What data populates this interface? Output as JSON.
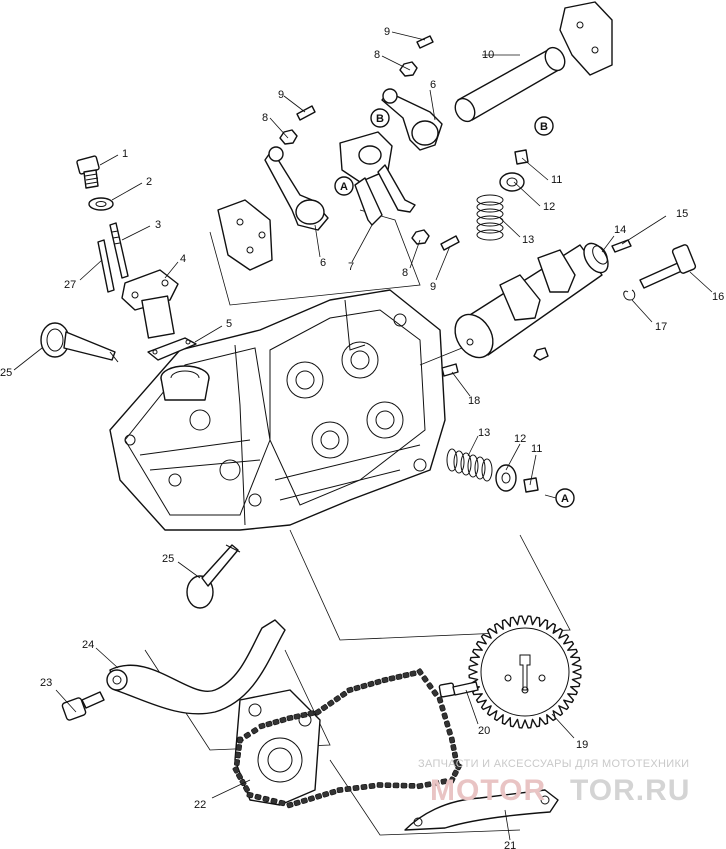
{
  "callouts": [
    {
      "id": "n1",
      "text": "1"
    },
    {
      "id": "n2",
      "text": "2"
    },
    {
      "id": "n3a",
      "text": "3"
    },
    {
      "id": "n4",
      "text": "4"
    },
    {
      "id": "n5",
      "text": "5"
    },
    {
      "id": "n6a",
      "text": "6"
    },
    {
      "id": "n6b",
      "text": "6"
    },
    {
      "id": "n7",
      "text": "7"
    },
    {
      "id": "n8a",
      "text": "8"
    },
    {
      "id": "n8b",
      "text": "8"
    },
    {
      "id": "n8c",
      "text": "8"
    },
    {
      "id": "n9a",
      "text": "9"
    },
    {
      "id": "n9b",
      "text": "9"
    },
    {
      "id": "n9c",
      "text": "9"
    },
    {
      "id": "n10",
      "text": "10"
    },
    {
      "id": "n11a",
      "text": "11"
    },
    {
      "id": "n11b",
      "text": "11"
    },
    {
      "id": "n12a",
      "text": "12"
    },
    {
      "id": "n12b",
      "text": "12"
    },
    {
      "id": "n13a",
      "text": "13"
    },
    {
      "id": "n13b",
      "text": "13"
    },
    {
      "id": "n14",
      "text": "14"
    },
    {
      "id": "n15",
      "text": "15"
    },
    {
      "id": "n16",
      "text": "16"
    },
    {
      "id": "n17",
      "text": "17"
    },
    {
      "id": "n18",
      "text": "18"
    },
    {
      "id": "n19",
      "text": "19"
    },
    {
      "id": "n20",
      "text": "20"
    },
    {
      "id": "n21",
      "text": "21"
    },
    {
      "id": "n22",
      "text": "22"
    },
    {
      "id": "n23",
      "text": "23"
    },
    {
      "id": "n24",
      "text": "24"
    },
    {
      "id": "n25a",
      "text": "25"
    },
    {
      "id": "n25b",
      "text": "25"
    },
    {
      "id": "n27",
      "text": "27"
    }
  ],
  "reference_letters": {
    "a1": "A",
    "a2": "A",
    "b1": "B",
    "b2": "B"
  },
  "watermark": {
    "tagline": "ЗАПЧАСТИ И АКСЕССУАРЫ ДЛЯ МОТОТЕХНИКИ",
    "logo_left": "MOTOR",
    "logo_right": "TOR.RU"
  }
}
